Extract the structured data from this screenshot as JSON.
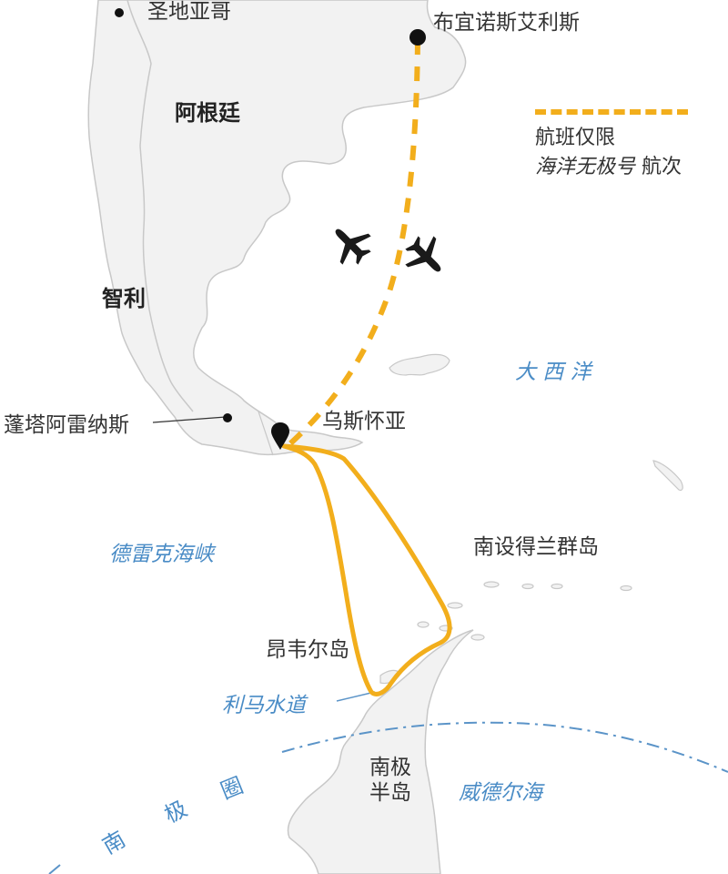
{
  "colors": {
    "land_fill": "#f2f2f2",
    "land_stroke": "#c8c8c8",
    "route_orange": "#f2ae1c",
    "sea_label_blue": "#4a8cc6",
    "text_dark": "#333333",
    "marker_black": "#111111"
  },
  "labels": {
    "santiago": "圣地亚哥",
    "buenos_aires": "布宜诺斯艾利斯",
    "argentina": "阿根廷",
    "chile": "智利",
    "punta_arenas": "蓬塔阿雷纳斯",
    "ushuaia": "乌斯怀亚",
    "atlantic": "大 西 洋",
    "drake_passage": "德雷克海峡",
    "south_shetland": "南设得兰群岛",
    "anvers_island": "昂韦尔岛",
    "lemaire_channel": "利马水道",
    "antarctic_peninsula_line1": "南极",
    "antarctic_peninsula_line2": "半岛",
    "weddell_sea": "威德尔海",
    "antarctic_circle_1": "南",
    "antarctic_circle_2": "极",
    "antarctic_circle_3": "圈"
  },
  "legend": {
    "line_label_1": "航班仅限",
    "line_label_ship": "海洋无极号",
    "line_label_suffix": " 航次"
  },
  "icons": {
    "city_marker": "dot",
    "port_marker": "pin",
    "flight": "airplane-icon"
  }
}
